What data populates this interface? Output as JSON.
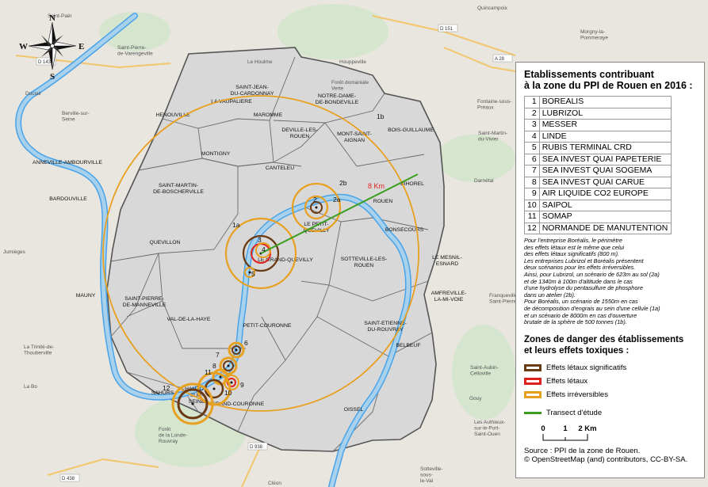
{
  "colors": {
    "water": "#a7d1ec",
    "river": "#4aa3e8",
    "zone": "#d8d8d8",
    "commune_border": "#6b6b6b",
    "ring_orange": "#e8a020",
    "ring_brown": "#6a3b12",
    "ring_red": "#e0201a",
    "transect": "#3a9e1f",
    "forest": "#d6e5cd"
  },
  "compass": {
    "n": "N",
    "s": "S",
    "e": "E",
    "w": "W"
  },
  "communes": [
    {
      "label": "SAINT-JEAN-\nDU-CARDONNAY"
    },
    {
      "label": "LA VAUPALIERE"
    },
    {
      "label": "NOTRE-DAME-\nDE-BONDEVILLE"
    },
    {
      "label": "HENOUVILLE"
    },
    {
      "label": "MAROMME"
    },
    {
      "label": "DEVILLE-LES-\nROUEN"
    },
    {
      "label": "MONT-SAINT-\nAIGNAN"
    },
    {
      "label": "BOIS-GUILLAUME"
    },
    {
      "label": "MONTIGNY"
    },
    {
      "label": "ANNEVILLE-AMBOURVILLE"
    },
    {
      "label": "CANTELEU"
    },
    {
      "label": "BIHOREL"
    },
    {
      "label": "SAINT-MARTIN-\nDE-BOSCHERVILLE"
    },
    {
      "label": "BARDOUVILLE"
    },
    {
      "label": "ROUEN"
    },
    {
      "label": "LE PETIT-\nQUEVILLY"
    },
    {
      "label": "QUEVILLON"
    },
    {
      "label": "LE GRAND-QUEVILLY"
    },
    {
      "label": "BONSECOURS"
    },
    {
      "label": "SOTTEVILLE-LES-\nROUEN"
    },
    {
      "label": "LE MESNIL-\nESNARD"
    },
    {
      "label": "MAUNY"
    },
    {
      "label": "SAINT-PIERRE-\nDE-MANNEVILLE"
    },
    {
      "label": "VAL-DE-LA-HAYE"
    },
    {
      "label": "AMFREVILLE-\nLA-MI-VOIE"
    },
    {
      "label": "PETIT-COURONNE"
    },
    {
      "label": "SAINT-ETIENNE-\nDU-ROUVRAY"
    },
    {
      "label": "BELBEUF"
    },
    {
      "label": "HAUTOT-\nSUR-\nSEINE"
    },
    {
      "label": "SAHURS"
    },
    {
      "label": "GRAND-COURONNE"
    },
    {
      "label": "OISSEL"
    }
  ],
  "background_places": [
    {
      "label": "Saint-Paër"
    },
    {
      "label": "Saint-Pierre-\nde-Varengeville"
    },
    {
      "label": "Le Houlme"
    },
    {
      "label": "Houppeville"
    },
    {
      "label": "Forêt domaniale\nVerte"
    },
    {
      "label": "Quincampoix"
    },
    {
      "label": "Morgny-la-\nPommeraye"
    },
    {
      "label": "Duclair"
    },
    {
      "label": "Berville-sur-\nSeine"
    },
    {
      "label": "Fontaine-sous-\nPréaux"
    },
    {
      "label": "Saint-Martin-\ndu-Vivier"
    },
    {
      "label": "Darnétal"
    },
    {
      "label": "Jumièges"
    },
    {
      "label": "Franqueville-\nSaint-Pierre"
    },
    {
      "label": "La Trinité-de-\nThouberville"
    },
    {
      "label": "La Bo"
    },
    {
      "label": "Saint-Aubin-\nCelloville"
    },
    {
      "label": "Gouy"
    },
    {
      "label": "Les Authieux-\nsur-le-Port-\nSaint-Ouen"
    },
    {
      "label": "Forêt\nde la Londe-\nRouvray"
    },
    {
      "label": "Cléon"
    },
    {
      "label": "Sotteville-\nsous-\nle-Val"
    }
  ],
  "roads": [
    {
      "label": "D 143"
    },
    {
      "label": "D 151"
    },
    {
      "label": "A 28"
    },
    {
      "label": "D 938"
    },
    {
      "label": "D 438"
    }
  ],
  "sites": [
    {
      "id": "1",
      "label": "1"
    },
    {
      "id": "2",
      "label": "2"
    },
    {
      "id": "3",
      "label": "3"
    },
    {
      "id": "4",
      "label": "4"
    },
    {
      "id": "5",
      "label": "5"
    },
    {
      "id": "6",
      "label": "6"
    },
    {
      "id": "7",
      "label": "7"
    },
    {
      "id": "8",
      "label": "8"
    },
    {
      "id": "9",
      "label": "9"
    },
    {
      "id": "10",
      "label": "10"
    },
    {
      "id": "11",
      "label": "11"
    },
    {
      "id": "12",
      "label": "12"
    },
    {
      "id": "1a",
      "label": "1a"
    },
    {
      "id": "1b",
      "label": "1b"
    },
    {
      "id": "2a",
      "label": "2a"
    },
    {
      "id": "2b",
      "label": "2b"
    }
  ],
  "transect_label": "8 Km",
  "legend": {
    "title": "Etablissements contribuant\nà la zone du PPI de Rouen en 2016 :",
    "establishments": [
      {
        "num": "1",
        "name": "BOREALIS"
      },
      {
        "num": "2",
        "name": "LUBRIZOL"
      },
      {
        "num": "3",
        "name": "MESSER"
      },
      {
        "num": "4",
        "name": "LINDE"
      },
      {
        "num": "5",
        "name": "RUBIS TERMINAL CRD"
      },
      {
        "num": "6",
        "name": "SEA INVEST QUAI PAPETERIE"
      },
      {
        "num": "7",
        "name": "SEA INVEST QUAI SOGEMA"
      },
      {
        "num": "8",
        "name": "SEA INVEST QUAI CARUE"
      },
      {
        "num": "9",
        "name": "AIR LIQUIDE CO2 EUROPE"
      },
      {
        "num": "10",
        "name": "SAIPOL"
      },
      {
        "num": "11",
        "name": "SOMAP"
      },
      {
        "num": "12",
        "name": "NORMANDE DE MANUTENTION"
      }
    ],
    "note": "Pour l'entreprise Boréalis, le périmètre\ndes effets létaux est le même que celui\ndes effets létaux significatifs (800 m).\nLes entreprises Lubrizol et Boréalis présentent\ndeux scénarios pour les effets irréversibles.\nAinsi, pour Lubrizol, un scénario de 623m au sol (2a)\net de 1340m à 100m d'altitude dans le cas\nd'une hydrolyse du pentasulfure de phosphore\ndans un atelier (2b).\nPour Boréalis, un scénario de 1550m en cas\nde décomposition d'engrais au sein d'une cellule (1a)\net un scénario de 8000m en cas d'ouverture\nbrutale de la sphère de 500 tonnes (1b).",
    "zones_title": "Zones de danger des établissements\net leurs effets toxiques :",
    "keys": [
      {
        "label": "Effets létaux significatifs",
        "color": "#6a3b12"
      },
      {
        "label": "Effets létaux",
        "color": "#e0201a"
      },
      {
        "label": "Effets irréversibles",
        "color": "#e8a020"
      }
    ],
    "transect": "Transect d'étude",
    "scale": {
      "t0": "0",
      "t1": "1",
      "t2": "2 Km"
    },
    "source": "Source : PPI de la zone de Rouen.\n© OpenStreetMap (and) contributors, CC-BY-SA."
  }
}
